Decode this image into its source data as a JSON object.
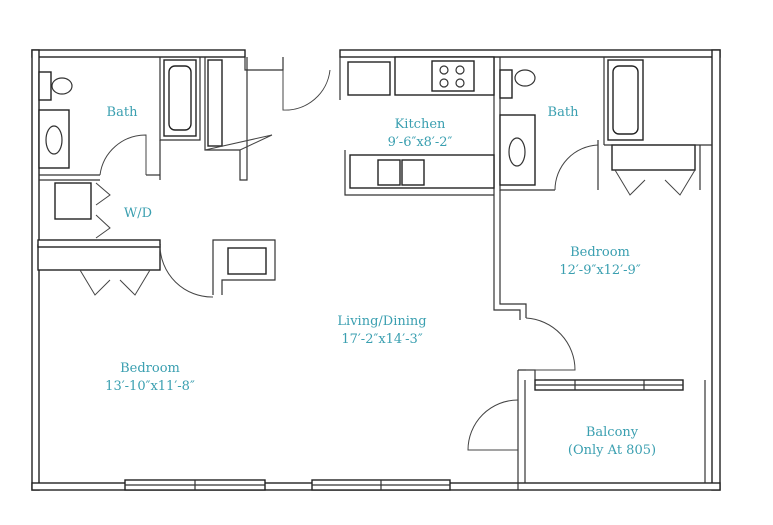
{
  "title": "Two Bedroom Floor Plan",
  "rooms": {
    "bath_left": {
      "name": "Bath"
    },
    "wd": {
      "name": "W/D"
    },
    "kitchen": {
      "name": "Kitchen",
      "size": "9′-6″x8′-2″"
    },
    "bath_right": {
      "name": "Bath"
    },
    "bedroom_right": {
      "name": "Bedroom",
      "size": "12′-9″x12′-9″"
    },
    "living": {
      "name": "Living/Dining",
      "size": "17′-2″x14′-3″"
    },
    "bedroom_left": {
      "name": "Bedroom",
      "size": "13′-10″x11′-8″"
    },
    "balcony": {
      "name": "Balcony",
      "note": "(Only At 805)"
    }
  },
  "colors": {
    "label": "#3a9fb0",
    "wall": "#222222"
  }
}
